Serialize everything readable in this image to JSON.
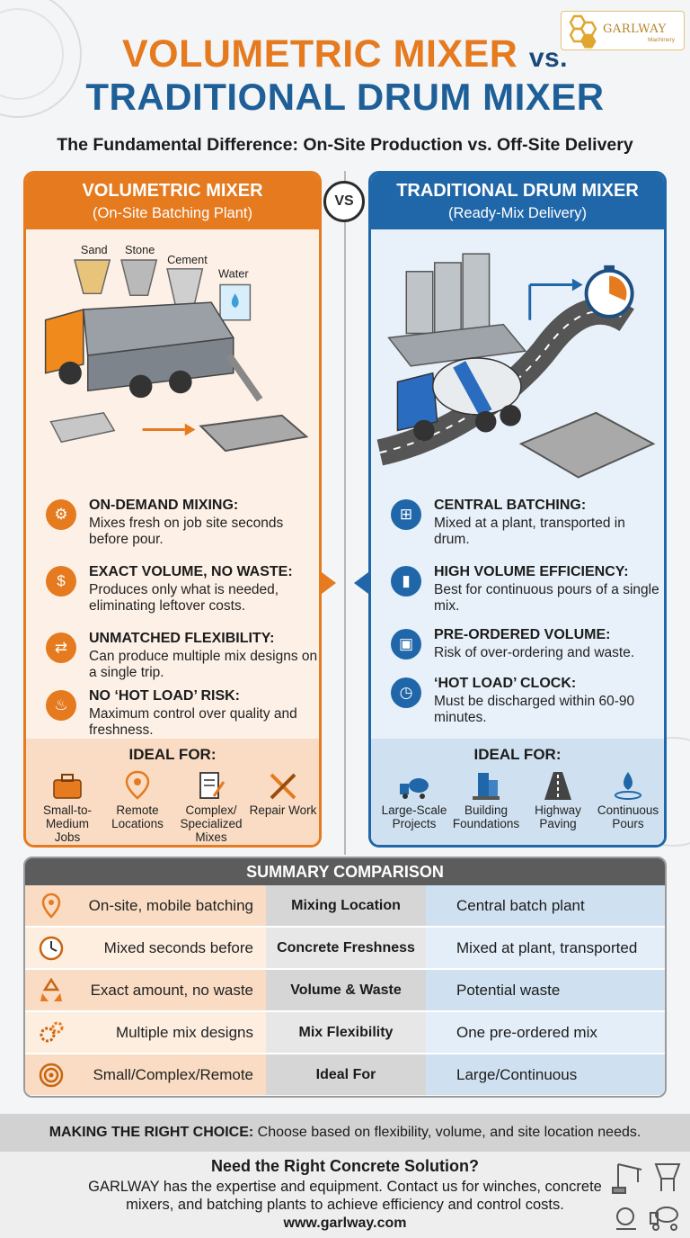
{
  "header": {
    "title_line1": "VOLUMETRIC MIXER",
    "title_vs": "vs.",
    "title_line2": "TRADITIONAL DRUM MIXER",
    "subtitle": "The Fundamental Difference: On-Site Production vs. Off-Site Delivery",
    "logo_name": "GARLWAY",
    "logo_sub": "Machinery"
  },
  "vs_badge": "VS",
  "left_panel": {
    "title": "VOLUMETRIC MIXER",
    "subtitle": "(On-Site Batching Plant)",
    "illustration_labels": {
      "sand": "Sand",
      "stone": "Stone",
      "cement": "Cement",
      "water": "Water"
    },
    "features": [
      {
        "icon": "gears-icon",
        "title": "ON-DEMAND MIXING:",
        "desc": "Mixes fresh on job site seconds before pour."
      },
      {
        "icon": "money-hand-icon",
        "title": "EXACT VOLUME, NO WASTE:",
        "desc": "Produces only what is needed, eliminating leftover costs."
      },
      {
        "icon": "shuffle-icon",
        "title": "UNMATCHED FLEXIBILITY:",
        "desc": "Can produce multiple mix designs on a single trip."
      },
      {
        "icon": "flame-icon",
        "title": "NO ‘HOT LOAD’ RISK:",
        "desc": "Maximum control over quality and freshness."
      }
    ],
    "ideal_title": "IDEAL FOR:",
    "ideal_items": [
      {
        "icon": "toolbox-icon",
        "label": "Small-to-Medium Jobs"
      },
      {
        "icon": "map-pin-icon",
        "label": "Remote Locations"
      },
      {
        "icon": "document-pencil-icon",
        "label": "Complex/ Specialized Mixes"
      },
      {
        "icon": "wrench-screwdriver-icon",
        "label": "Repair Work"
      }
    ]
  },
  "right_panel": {
    "title": "TRADITIONAL DRUM MIXER",
    "subtitle": "(Ready-Mix Delivery)",
    "features": [
      {
        "icon": "org-chart-icon",
        "title": "CENTRAL BATCHING:",
        "desc": "Mixed at a plant, transported in drum."
      },
      {
        "icon": "bar-chart-icon",
        "title": "HIGH VOLUME EFFICIENCY:",
        "desc": "Best for continuous pours of a single mix."
      },
      {
        "icon": "clipboard-box-icon",
        "title": "PRE-ORDERED VOLUME:",
        "desc": "Risk of over-ordering and waste."
      },
      {
        "icon": "clock-icon",
        "title": "‘HOT LOAD’ CLOCK:",
        "desc": "Must be discharged within 60-90 minutes."
      }
    ],
    "ideal_title": "IDEAL FOR:",
    "ideal_items": [
      {
        "icon": "mixer-truck-icon",
        "label": "Large-Scale Projects"
      },
      {
        "icon": "building-icon",
        "label": "Building Foundations"
      },
      {
        "icon": "highway-icon",
        "label": "Highway Paving"
      },
      {
        "icon": "water-drop-icon",
        "label": "Continuous Pours"
      }
    ]
  },
  "summary": {
    "title": "SUMMARY COMPARISON",
    "rows": [
      {
        "icon": "location-icon",
        "left": "On-site, mobile batching",
        "middle": "Mixing Location",
        "right": "Central batch plant"
      },
      {
        "icon": "clock-icon",
        "left": "Mixed seconds before",
        "middle": "Concrete Freshness",
        "right": "Mixed at plant, transported"
      },
      {
        "icon": "recycle-icon",
        "left": "Exact amount, no waste",
        "middle": "Volume & Waste",
        "right": "Potential waste"
      },
      {
        "icon": "gears-icon",
        "left": "Multiple mix designs",
        "middle": "Mix Flexibility",
        "right": "One pre-ordered mix"
      },
      {
        "icon": "target-icon",
        "left": "Small/Complex/Remote",
        "middle": "Ideal For",
        "right": "Large/Continuous"
      }
    ]
  },
  "choice": {
    "bold": "MAKING THE RIGHT CHOICE:",
    "text": " Choose based on flexibility, volume, and site location needs."
  },
  "footer": {
    "title": "Need the Right Concrete Solution?",
    "text": "GARLWAY has the expertise and equipment. Contact us for winches, concrete mixers, and batching plants to achieve efficiency and control costs.",
    "url": "www.garlway.com"
  },
  "colors": {
    "orange": "#e57a1f",
    "blue": "#2067a9",
    "navy": "#1f5f98"
  }
}
